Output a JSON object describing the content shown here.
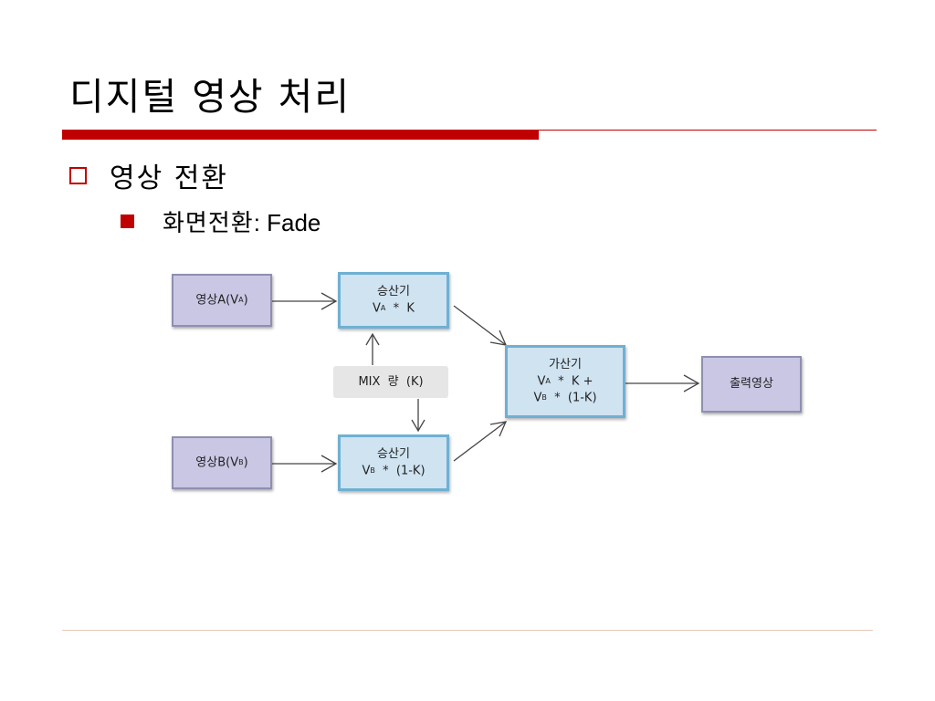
{
  "slide": {
    "title": "디지털 영상 처리",
    "bullet_level1": "영상 전환",
    "bullet_level2_korean": "화면전환",
    "bullet_level2_latin": ": Fade"
  },
  "diagram": {
    "nodes": {
      "video_a": {
        "label": "영상A(V",
        "sub": "A",
        "tail": ")"
      },
      "video_b": {
        "label": "영상B(V",
        "sub": "B",
        "tail": ")"
      },
      "multiplier_a": {
        "line1": "승산기",
        "line2_pre": "V",
        "line2_sub": "A",
        "line2_post": "  *  K"
      },
      "multiplier_b": {
        "line1": "승산기",
        "line2_pre": "V",
        "line2_sub": "B",
        "line2_post": "  *  (1-K)"
      },
      "mix_amount": {
        "label": "MIX  량  (K)"
      },
      "adder": {
        "line1": "가산기",
        "line2_pre": "V",
        "line2_sub": "A",
        "line2_post": "  *  K +",
        "line3_pre": "V",
        "line3_sub": "B",
        "line3_post": "  *  (1-K)"
      },
      "output": {
        "label": "출력영상"
      }
    }
  },
  "colors": {
    "accent_red": "#c00000",
    "input_fill": "#c9c7e4",
    "process_fill": "#cfe3f1",
    "process_border": "#6fb0d3"
  }
}
